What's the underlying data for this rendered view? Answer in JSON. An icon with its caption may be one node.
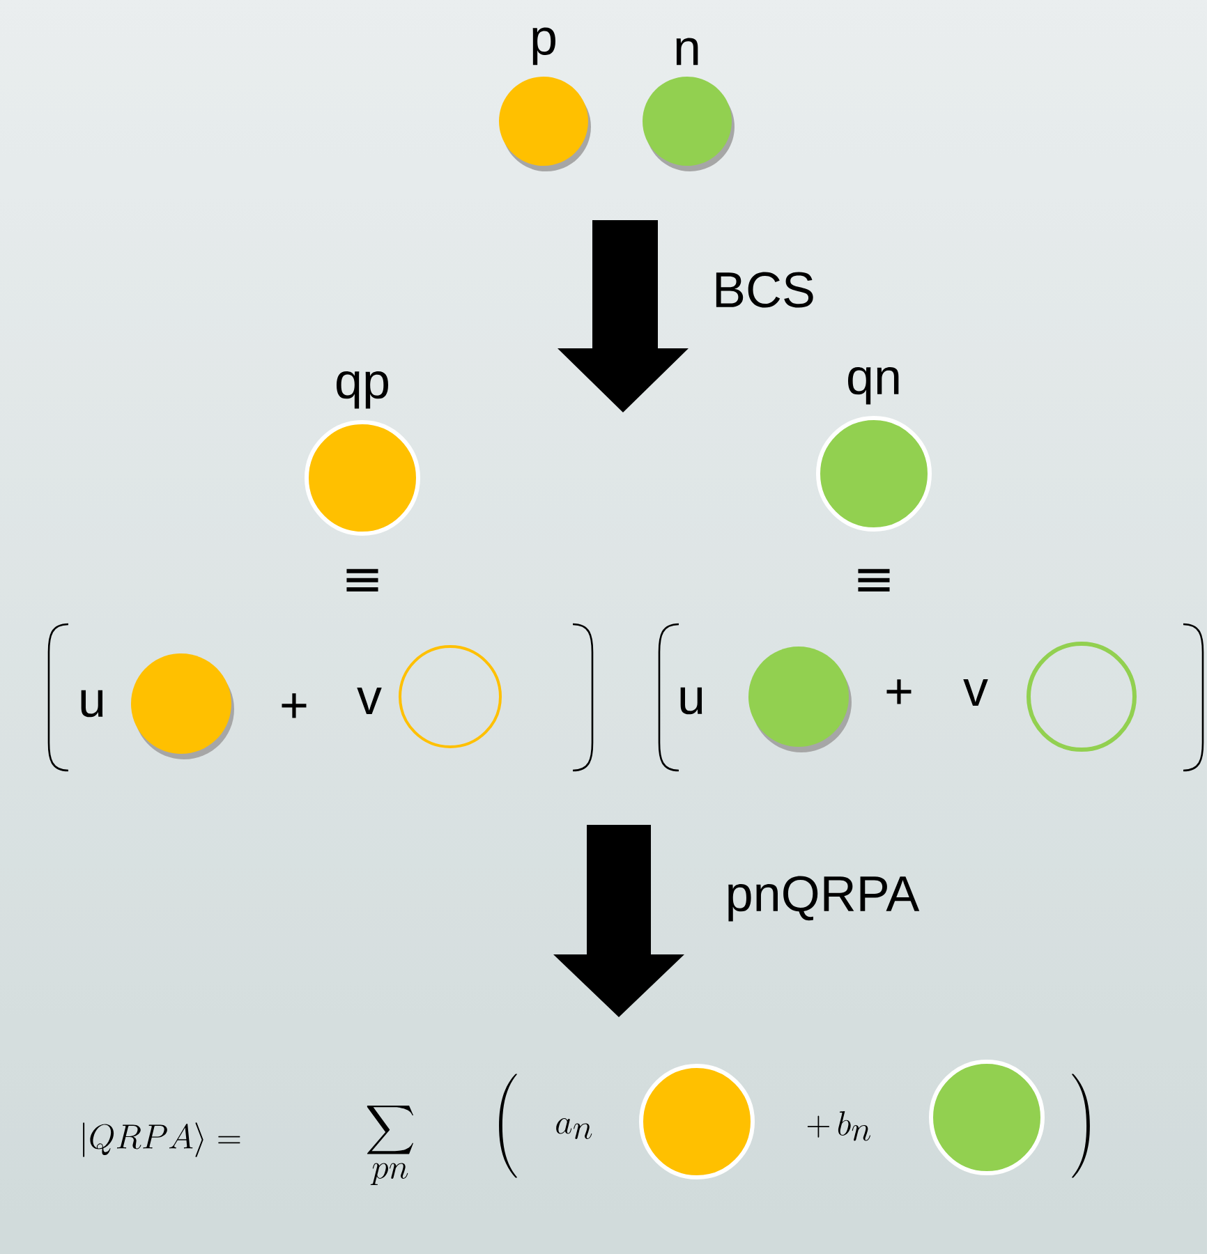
{
  "diagram": {
    "nodes": [
      {
        "text": [
          "p"
        ]
      },
      {
        "text": [
          "n"
        ]
      },
      {
        "text": [
          "qp"
        ]
      },
      {
        "text": [
          "qn"
        ]
      },
      {
        "text": [],
        "shape": "circle",
        "beside": [
          "u"
        ]
      },
      {
        "text": [],
        "shape": "circle",
        "beside": [
          "v"
        ]
      },
      {
        "text": [],
        "shape": "circle",
        "beside": [
          "u"
        ]
      },
      {
        "text": [],
        "shape": "circle",
        "beside": [
          "v"
        ]
      },
      {
        "text": [],
        "shape": "circle"
      },
      {
        "text": [],
        "shape": "circle"
      }
    ],
    "labels": [
      "BCS",
      "≡",
      "≡",
      "+",
      "+",
      "pnQRPA",
      "|QRPA\\rangle =",
      "\\sum_{pn}",
      "\\Bigg(",
      "a_n",
      "+\\, b_n",
      "\\Bigg)"
    ]
  }
}
